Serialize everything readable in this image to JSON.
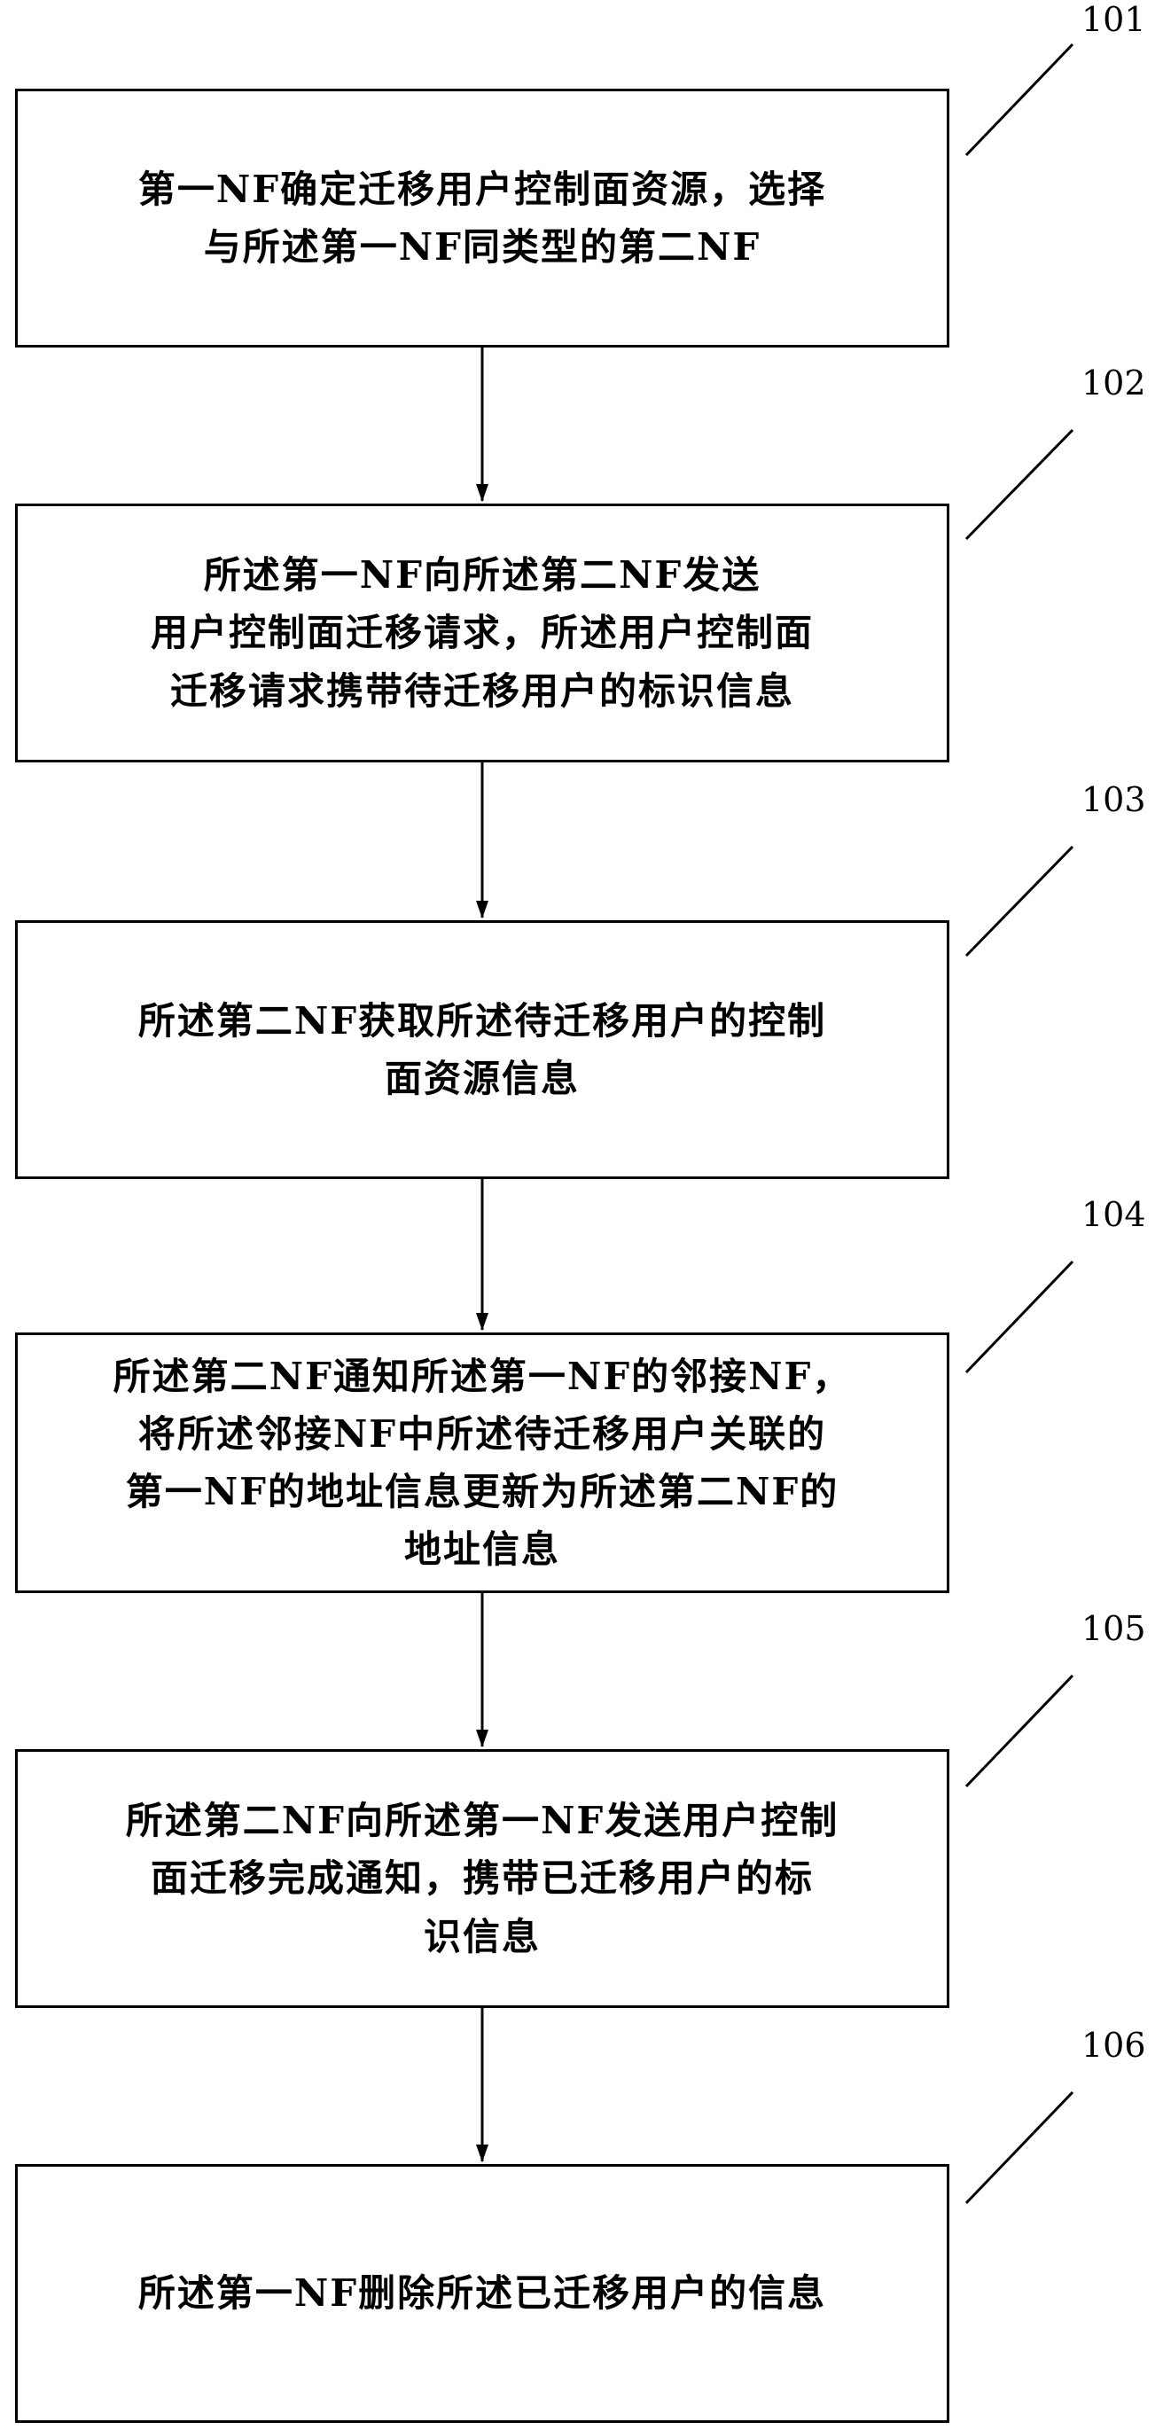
{
  "steps": [
    {
      "number": "101",
      "text": "第一NF确定迁移用户控制面资源，选择\n与所述第一NF同类型的第二NF"
    },
    {
      "number": "102",
      "text": "所述第一NF向所述第二NF发送\n用户控制面迁移请求，所述用户控制面\n迁移请求携带待迁移用户的标识信息"
    },
    {
      "number": "103",
      "text": "所述第二NF获取所述待迁移用户的控制\n面资源信息"
    },
    {
      "number": "104",
      "text": "所述第二NF通知所述第一NF的邻接NF，\n将所述邻接NF中所述待迁移用户关联的\n第一NF的地址信息更新为所述第二NF的\n地址信息"
    },
    {
      "number": "105",
      "text": "所述第二NF向所述第一NF发送用户控制\n面迁移完成通知，携带已迁移用户的标\n识信息"
    },
    {
      "number": "106",
      "text": "所述第一NF删除所述已迁移用户的信息"
    }
  ],
  "colors": {
    "stroke": "#000000",
    "background": "#ffffff"
  }
}
